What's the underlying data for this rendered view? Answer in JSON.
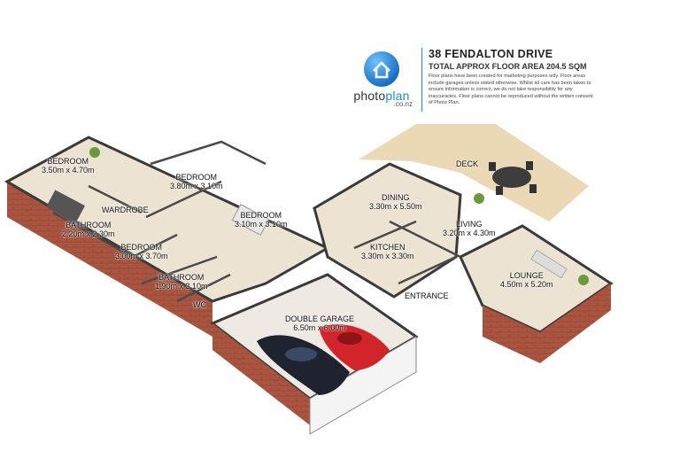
{
  "header": {
    "address": "38 FENDALTON DRIVE",
    "floor_area": "TOTAL APPROX FLOOR AREA 204.5 SQM",
    "disclaimer": "Floor plans have been created for marketing purposes only. Floor areas include garages unless stated otherwise. Whilst all care has been taken to ensure information is correct, we do not take responsibility for any inaccuracies. Floor plans cannot be reproduced without the written consent of Photo Plan."
  },
  "logo": {
    "icon": "house-icon",
    "name_part1": "photo",
    "name_part2": "plan",
    "domain": ".co.nz",
    "brand_color": "#1e88d6"
  },
  "rooms": [
    {
      "name": "BEDROOM",
      "size": "3.50m x 4.70m"
    },
    {
      "name": "BEDROOM",
      "size": "3.80m x 3.10m"
    },
    {
      "name": "BEDROOM",
      "size": "3.10m x 3.10m"
    },
    {
      "name": "WARDROBE",
      "size": ""
    },
    {
      "name": "BATHROOM",
      "size": "2.20m x 2.30m"
    },
    {
      "name": "BEDROOM",
      "size": "3.00m x 3.70m"
    },
    {
      "name": "BATHROOM",
      "size": "1.90m x 3.10m"
    },
    {
      "name": "WC",
      "size": ""
    },
    {
      "name": "DINING",
      "size": "3.30m x 5.50m"
    },
    {
      "name": "LIVING",
      "size": "3.20m x 4.30m"
    },
    {
      "name": "KITCHEN",
      "size": "3.30m x 3.30m"
    },
    {
      "name": "ENTRANCE",
      "size": ""
    },
    {
      "name": "LOUNGE",
      "size": "4.50m x 5.20m"
    },
    {
      "name": "DOUBLE GARAGE",
      "size": "6.50m x 6.00m"
    },
    {
      "name": "DECK",
      "size": ""
    }
  ],
  "colors": {
    "brick": "#a9553f",
    "wall": "#d9d9d9",
    "floor": "#ede4d3",
    "deck": "#ead9b4",
    "garage_floor": "#efe9e3"
  }
}
